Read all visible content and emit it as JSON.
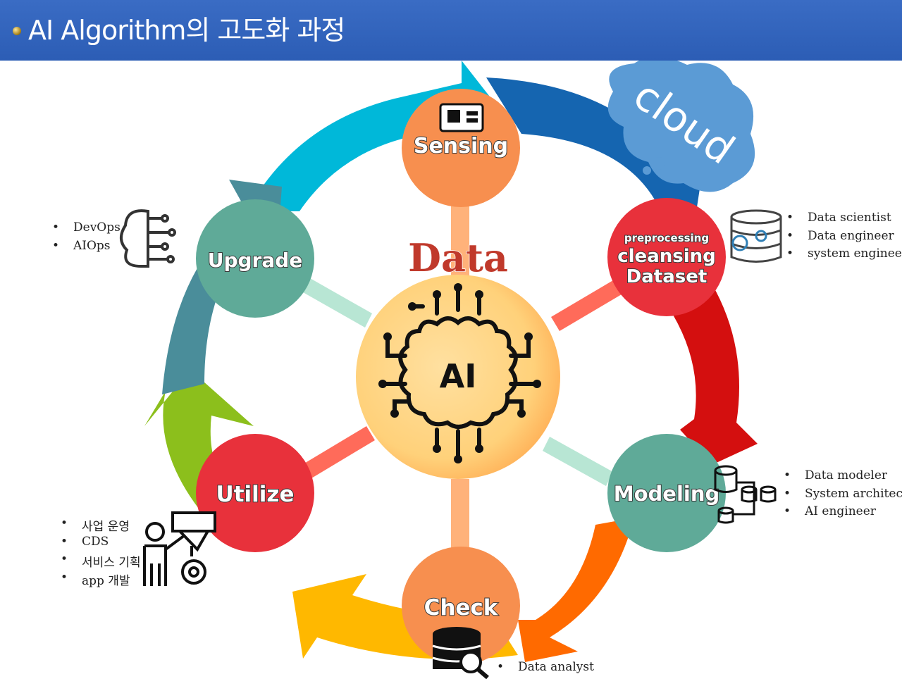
{
  "header": {
    "title": "AI Algorithm의 고도화 과정"
  },
  "center": {
    "title": "Data",
    "core": "AI"
  },
  "cloud": {
    "label": "cloud"
  },
  "nodes": {
    "sensing": {
      "label": "Sensing",
      "color": "#f78f4f"
    },
    "preprocessing": {
      "line1": "preprocessing",
      "line2": "cleansing",
      "line3": "Dataset",
      "color": "#e8313b"
    },
    "modeling": {
      "label": "Modeling",
      "color": "#5faa98"
    },
    "check": {
      "label": "Check",
      "color": "#f78f4f"
    },
    "utilize": {
      "label": "Utilize",
      "color": "#e8313b"
    },
    "upgrade": {
      "label": "Upgrade",
      "color": "#5faa98"
    }
  },
  "roles": {
    "upgrade": [
      "DevOps",
      "AIOps"
    ],
    "preprocessing": [
      "Data scientist",
      "Data engineer",
      "system engineer"
    ],
    "modeling": [
      "Data modeler",
      "System architect",
      "AI engineer"
    ],
    "utilize": [
      "사업 운영",
      "CDS",
      "서비스 기획",
      "app 개발"
    ],
    "check": [
      "Data analyst"
    ]
  },
  "icons": {
    "sensing": "circuit-board-icon",
    "preprocessing": "database-gear-icon",
    "modeling": "database-network-icon",
    "check": "database-search-icon",
    "utilize": "person-filter-gear-icon",
    "upgrade": "brain-network-icon",
    "center": "ai-brain-circuit-icon"
  },
  "colors": {
    "header": "#2c5db5",
    "ring_top": "#00b8d9",
    "ring_right_top": "#1565b0",
    "ring_right": "#d40f0f",
    "ring_bottom_right": "#ff6a00",
    "ring_bottom": "#ffb800",
    "ring_left_bottom": "#8cbf1c",
    "ring_left": "#4a8d9a",
    "center": "#ffd27f",
    "data_text": "#c0392b",
    "cloud": "#5b9bd5"
  }
}
